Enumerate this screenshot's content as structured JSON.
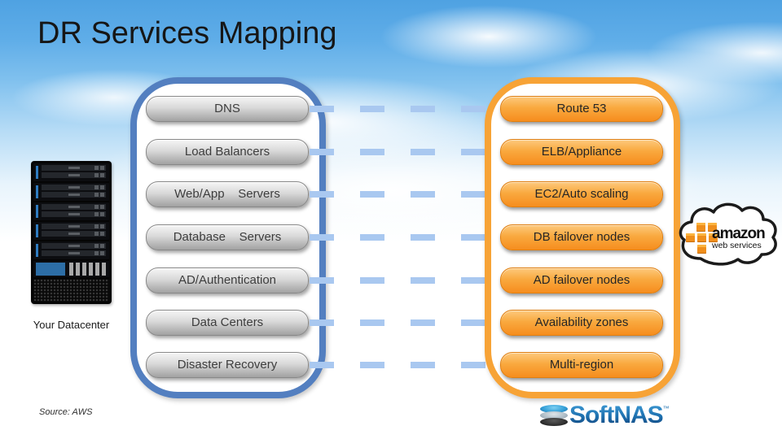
{
  "slide": {
    "title": "DR Services Mapping",
    "source": "Source: AWS"
  },
  "left": {
    "caption": "Your Datacenter",
    "items": [
      "DNS",
      "Load Balancers",
      "Web/App    Servers",
      "Database    Servers",
      "AD/Authentication",
      "Data Centers",
      "Disaster Recovery"
    ]
  },
  "right": {
    "items": [
      "Route 53",
      "ELB/Appliance",
      "EC2/Auto scaling",
      "DB failover nodes",
      "AD failover nodes",
      "Availability zones",
      "Multi-region"
    ]
  },
  "aws_logo": {
    "name": "amazon",
    "sub": "web services"
  },
  "softnas": {
    "name": "SoftNAS",
    "tm": "™"
  },
  "colors": {
    "sky_top": "#4fa2e2",
    "title_text": "#161616",
    "left_frame": "#537fc0",
    "right_frame": "#f7a336",
    "connector": "#a9c8f0",
    "gray_pill_top": "#f5f5f5",
    "gray_pill_bottom": "#a2a2a2",
    "orange_pill_top": "#fdc97d",
    "orange_pill_bottom": "#f68d1e",
    "aws_cube_orange": "#ef8e1c",
    "softnas_blue": "#1d6fae"
  }
}
